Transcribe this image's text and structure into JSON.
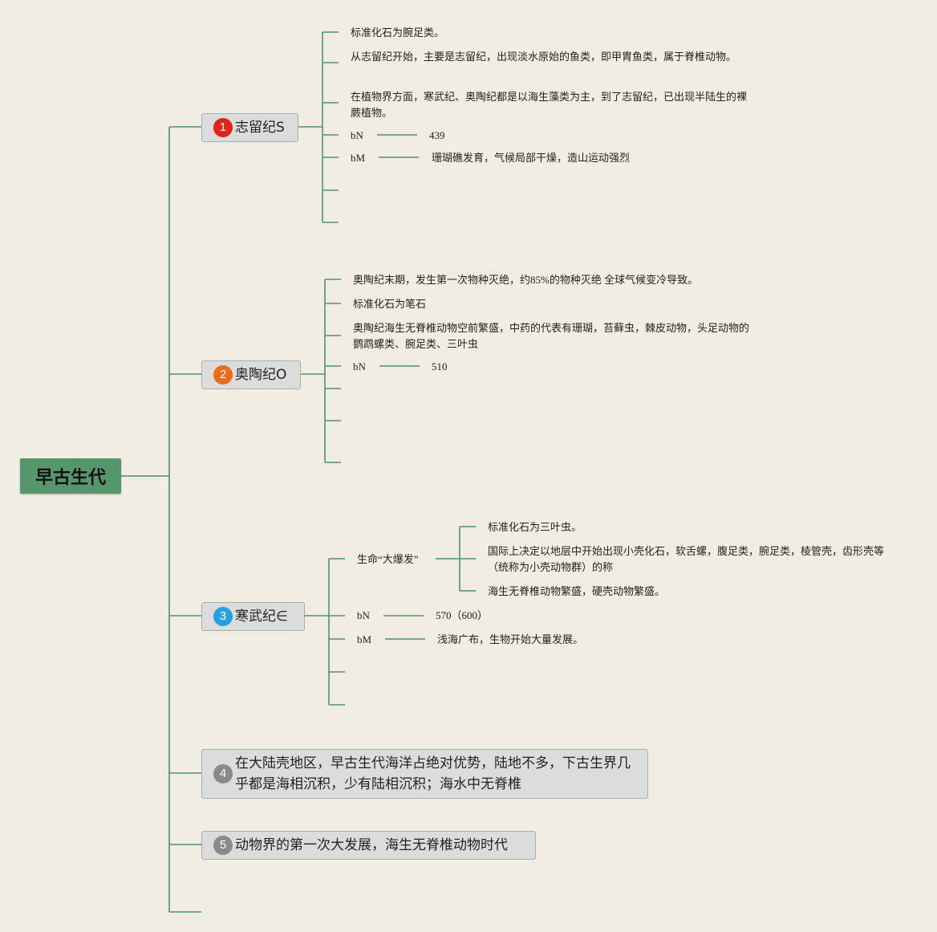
{
  "root": {
    "label": "早古生代"
  },
  "topics": [
    {
      "number": "1",
      "label": "志留纪S",
      "children": [
        "标准化石为腕足类。",
        "从志留纪开始，主要是志留纪，出现淡水原始的鱼类，即甲胄鱼类，属于脊椎动物。",
        "在植物界方面，寒武纪、奥陶纪都是以海生藻类为主，到了志留纪，已出现半陆生的裸蕨植物。",
        {
          "label": "bN",
          "value": "439"
        },
        {
          "label": "bM",
          "value": "珊瑚礁发育，气候局部干燥，造山运动强烈"
        }
      ]
    },
    {
      "number": "2",
      "label": "奥陶纪O",
      "children": [
        "奥陶纪末期，发生第一次物种灭绝，约85%的物种灭绝 全球气候变冷导致。",
        "标准化石为笔石",
        "奥陶纪海生无脊椎动物空前繁盛，中药的代表有珊瑚，苔藓虫，棘皮动物，头足动物的鹦鹉螺类、腕足类、三叶虫",
        {
          "label": "bN",
          "value": "510"
        }
      ]
    },
    {
      "number": "3",
      "label": "寒武纪∈",
      "children": [
        {
          "label": "生命“大爆发”",
          "children": [
            "标准化石为三叶虫。",
            "国际上决定以地层中开始出现小壳化石，软舌螺，腹足类，腕足类，棱管壳，齿形壳等（统称为小壳动物群）的称",
            "海生无脊椎动物繁盛，硬壳动物繁盛。"
          ]
        },
        {
          "label": "bN",
          "value": "570（600）"
        },
        {
          "label": "bM",
          "value": "浅海广布，生物开始大量发展。"
        }
      ]
    },
    {
      "number": "4",
      "label": "在大陆壳地区，早古生代海洋占绝对优势，陆地不多，下古生界几乎都是海相沉积，少有陆相沉积；海水中无脊椎"
    },
    {
      "number": "5",
      "label": "动物界的第一次大发展，海生无脊椎动物时代"
    }
  ],
  "colors": {
    "line": "#4f9076",
    "root": "#55966b",
    "topic_bg": "#dcdcdc"
  }
}
